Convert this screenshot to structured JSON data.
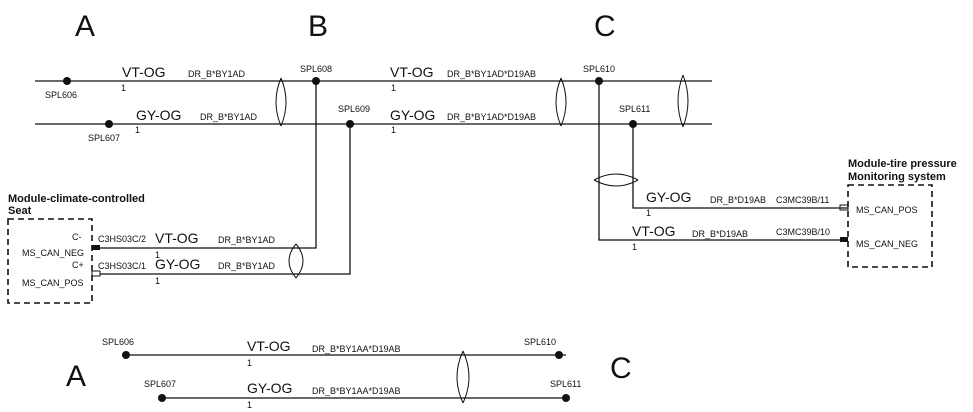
{
  "sections": {
    "a": "A",
    "b": "B",
    "c": "C"
  },
  "splices": {
    "spl606": "SPL606",
    "spl607": "SPL607",
    "spl608": "SPL608",
    "spl609": "SPL609",
    "spl610": "SPL610",
    "spl611": "SPL611"
  },
  "wires": {
    "vt_og": "VT-OG",
    "gy_og": "GY-OG",
    "size": "1",
    "dr_by1ad": "DR_B*BY1AD",
    "dr_by1ad_d19ab": "DR_B*BY1AD*D19AB",
    "dr_d19ab": "DR_B*D19AB",
    "dr_by1aa_d19ab": "DR_B*BY1AA*D19AB"
  },
  "seat_module": {
    "title_line1": "Module-climate-controlled",
    "title_line2": "Seat",
    "pin_neg_label": "C-",
    "pin_neg_signal": "MS_CAN_NEG",
    "pin_pos_label": "C+",
    "pin_pos_signal": "MS_CAN_POS",
    "connector_2": "C3HS03C/2",
    "connector_1": "C3HS03C/1"
  },
  "tpms_module": {
    "title_line1": "Module-tire pressure",
    "title_line2": "Monitoring system",
    "pin_pos_signal": "MS_CAN_POS",
    "pin_neg_signal": "MS_CAN_NEG",
    "connector_11": "C3MC39B/11",
    "connector_10": "C3MC39B/10"
  }
}
